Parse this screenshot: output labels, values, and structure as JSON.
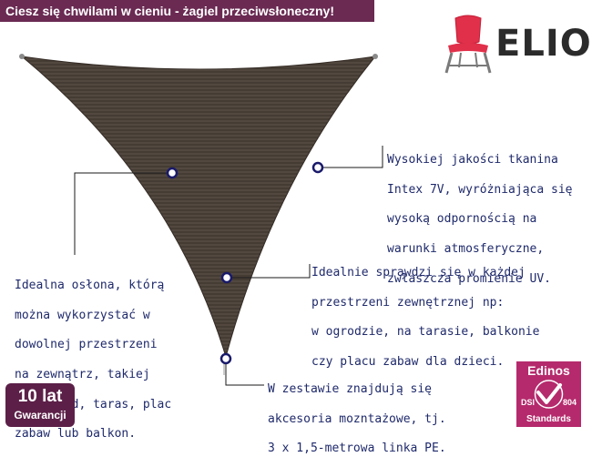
{
  "banner": {
    "title": "Ciesz się chwilami w cieniu - żagiel przeciwsłoneczny!"
  },
  "brand": {
    "name": "ELIOR"
  },
  "features": [
    {
      "lines": [
        "Wysokiej jakości tkanina",
        "Intex 7V, wyróżniająca się",
        "wysoką odpornością na",
        "warunki atmosferyczne,",
        "zwłaszcza promienie UV."
      ]
    },
    {
      "lines": [
        "Idealna osłona, którą",
        "można wykorzystać w",
        "dowolnej przestrzeni",
        "na zewnątrz, takiej",
        "jak ogród, taras, plac",
        "zabaw lub balkon."
      ]
    },
    {
      "lines": [
        "Idealnie sprawdzi się w każdej",
        "przestrzeni zewnętrznej np:",
        "w ogrodzie, na tarasie, balkonie",
        "czy placu zabaw dla dzieci."
      ]
    },
    {
      "lines": [
        "W zestawie znajdują się",
        "akcesoria mozntażowe, tj.",
        "3 x 1,5-metrowa linka PE."
      ]
    }
  ],
  "warranty": {
    "big": "10 lat",
    "small": "Gwarancji"
  },
  "certificate": {
    "brand": "Edinos",
    "left_code": "DSI",
    "right_code": "804",
    "footer": "Standards"
  },
  "colors": {
    "banner": "#6a2a52",
    "sail": "#4a4038",
    "text": "#1f2a6b",
    "chair": "#e0304a",
    "badge": "#5c2048",
    "edinos": "#b52a6c"
  }
}
